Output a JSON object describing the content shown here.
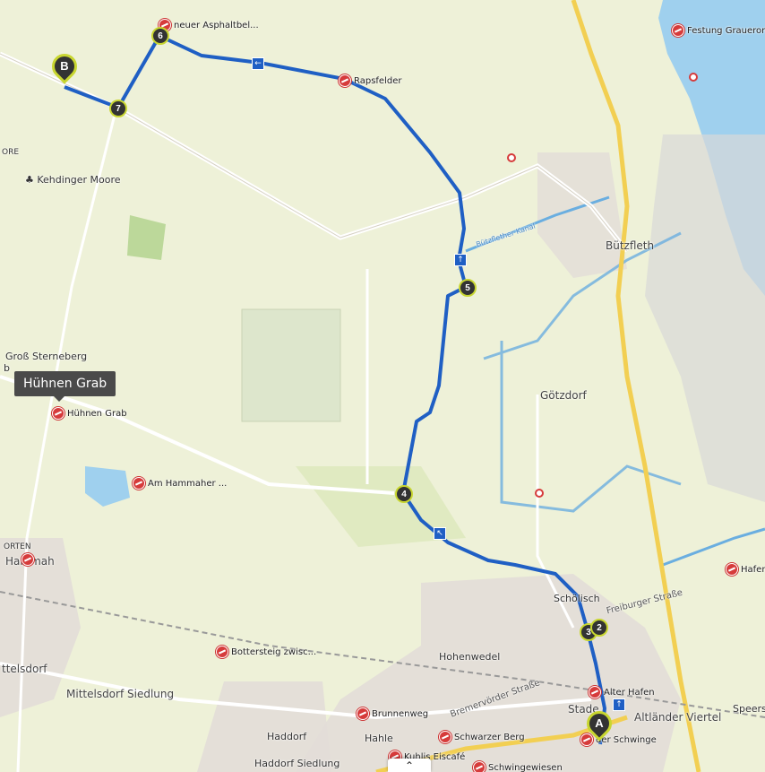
{
  "map": {
    "places": [
      {
        "id": "gross-sterneberg",
        "label": "Groß Sterneberg"
      },
      {
        "id": "partial-b",
        "label": "b"
      },
      {
        "id": "partial-ore",
        "label": "ORE"
      },
      {
        "id": "goetzdorf",
        "label": "Götzdorf"
      },
      {
        "id": "buetzfleth",
        "label": "Bützfleth"
      },
      {
        "id": "buetzflether-kanal",
        "label": "Bützflether Kanal"
      },
      {
        "id": "hammah",
        "label": "Hammah"
      },
      {
        "id": "orten",
        "label": "ORTEN"
      },
      {
        "id": "mittelsdorf",
        "label": "ttelsdorf"
      },
      {
        "id": "mittelsdorf-siedlung",
        "label": "Mittelsdorf Siedlung"
      },
      {
        "id": "haddorf",
        "label": "Haddorf"
      },
      {
        "id": "haddorf-siedlung",
        "label": "Haddorf Siedlung"
      },
      {
        "id": "hahle",
        "label": "Hahle"
      },
      {
        "id": "hohenwedel",
        "label": "Hohenwedel"
      },
      {
        "id": "schoelisch",
        "label": "Schölisch"
      },
      {
        "id": "stade",
        "label": "Stade"
      },
      {
        "id": "altlaender-viertel",
        "label": "Altländer Viertel"
      },
      {
        "id": "speersort",
        "label": "Speers"
      },
      {
        "id": "freiburger-strasse",
        "label": "Freiburger Straße"
      },
      {
        "id": "bremervoerder-strasse",
        "label": "Bremervörder Straße"
      }
    ],
    "pois": [
      {
        "id": "neuer-asphalt",
        "label": "neuer Asphaltbel..."
      },
      {
        "id": "festung",
        "label": "Festung Grauerort"
      },
      {
        "id": "rapsfelder",
        "label": "Rapsfelder"
      },
      {
        "id": "huehnen-grab",
        "label": "Hühnen Grab"
      },
      {
        "id": "am-hammaher",
        "label": "Am Hammaher ..."
      },
      {
        "id": "hafen",
        "label": "Hafen"
      },
      {
        "id": "bottersteig",
        "label": "Bottersteig zwisc..."
      },
      {
        "id": "alter-hafen",
        "label": "Alter Hafen"
      },
      {
        "id": "brunnenweg",
        "label": "Brunnenweg"
      },
      {
        "id": "schwarzer-berg",
        "label": "Schwarzer Berg"
      },
      {
        "id": "eiscafe",
        "label": "Kuhlis Eiscafé"
      },
      {
        "id": "schwingewiesen",
        "label": "Schwingewiesen"
      },
      {
        "id": "schwinge",
        "label": "der Schwinge"
      },
      {
        "id": "hammah-poi",
        "label": ""
      }
    ],
    "nature_reserve": "Kehdinger Moore",
    "tooltip": "Hühnen Grab",
    "markers": {
      "start": "A",
      "end": "B"
    },
    "waypoints": [
      "2",
      "3",
      "4",
      "5",
      "6",
      "7"
    ],
    "expand_icon": "chevron-up-icon",
    "colors": {
      "route": "#1f5fc4",
      "water": "#9fd0ee",
      "river_outline": "#6aaee0",
      "marker_ring": "#c8d630",
      "poi": "#d63b3b"
    }
  }
}
